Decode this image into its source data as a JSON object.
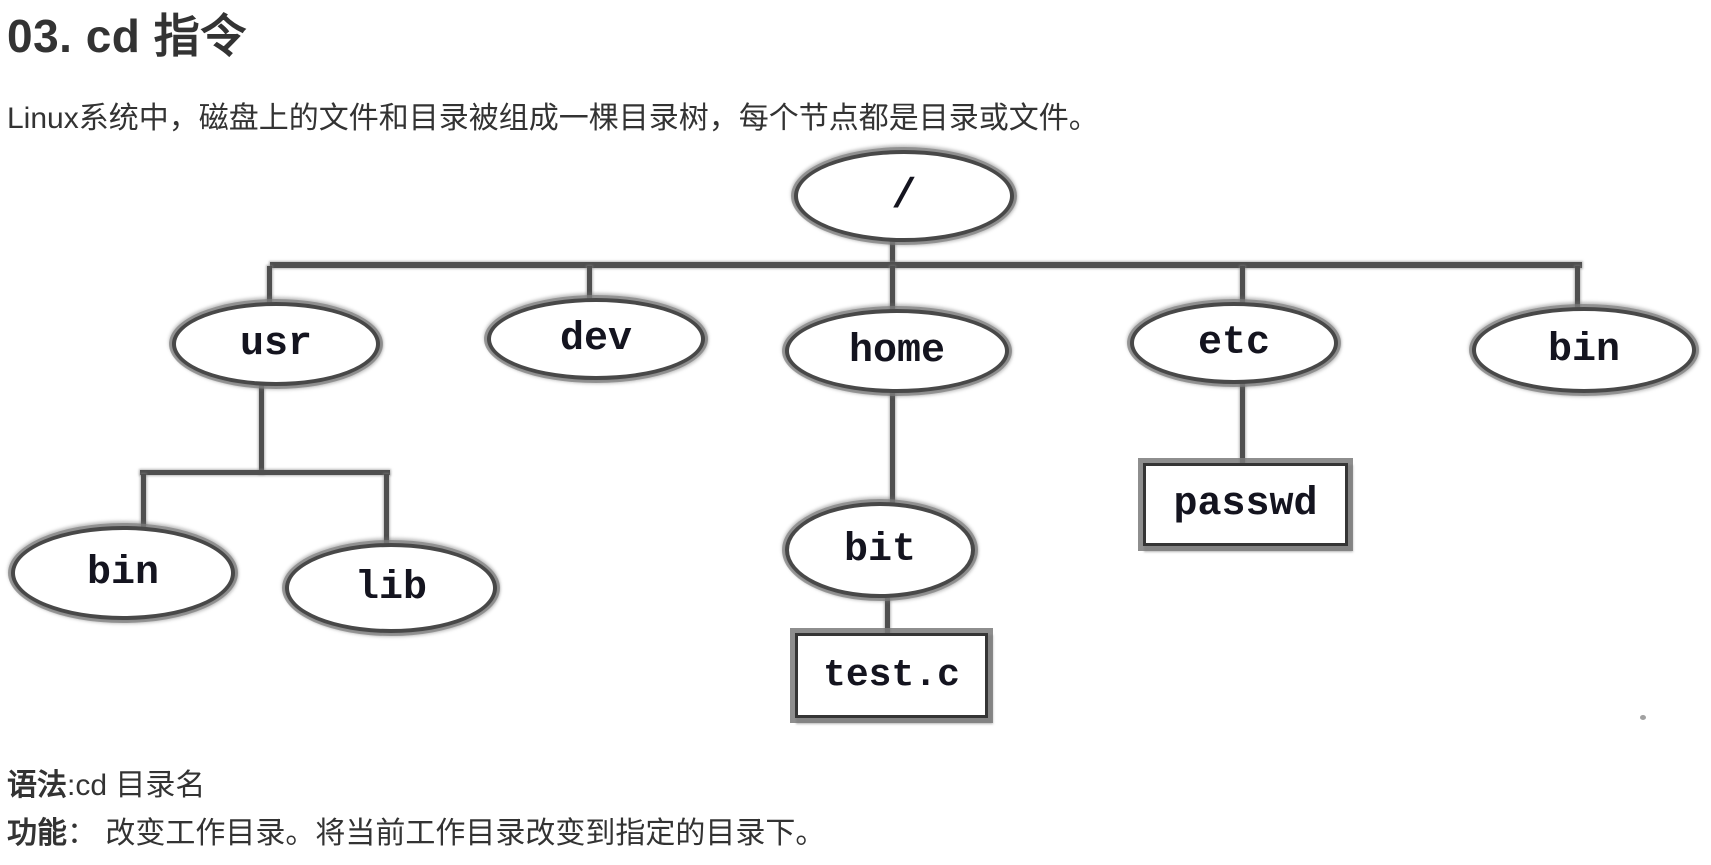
{
  "header": {
    "title": "03. cd 指令"
  },
  "intro": {
    "text": "Linux系统中，磁盘上的文件和目录被组成一棵目录树，每个节点都是目录或文件。"
  },
  "diagram": {
    "type": "directory-tree",
    "nodes": {
      "root": "/",
      "usr": "usr",
      "dev": "dev",
      "home": "home",
      "etc": "etc",
      "bin_right": "bin",
      "bin_under_usr": "bin",
      "lib": "lib",
      "bit": "bit",
      "test_c": "test.c",
      "passwd": "passwd"
    },
    "edges": [
      [
        "/",
        "usr"
      ],
      [
        "/",
        "dev"
      ],
      [
        "/",
        "home"
      ],
      [
        "/",
        "etc"
      ],
      [
        "/",
        "bin"
      ],
      [
        "usr",
        "bin"
      ],
      [
        "usr",
        "lib"
      ],
      [
        "home",
        "bit"
      ],
      [
        "bit",
        "test.c"
      ],
      [
        "etc",
        "passwd"
      ]
    ],
    "colors": {
      "stroke": "#4f4f4f",
      "node_border": "#484848",
      "node_fill": "#ffffff",
      "node_text": "#14141f",
      "scan_shadow": "#8a8a8a"
    }
  },
  "footer": {
    "syntax_label": "语法",
    "syntax_text": ":cd 目录名",
    "function_label": "功能",
    "function_text": "： 改变工作目录。将当前工作目录改变到指定的目录下。"
  },
  "text_color": "#333333"
}
